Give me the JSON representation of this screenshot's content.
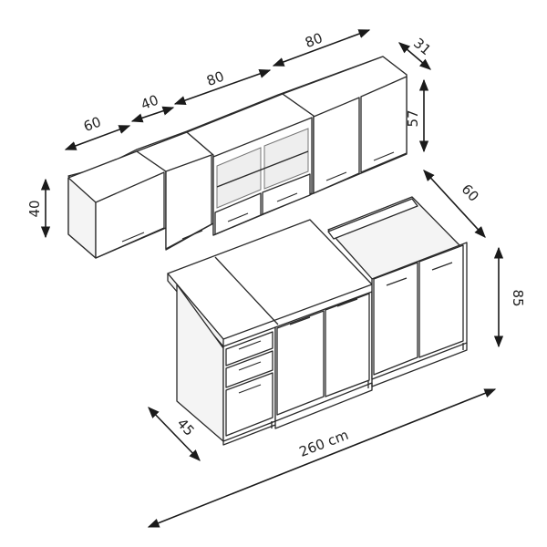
{
  "dimensions": {
    "wall_left_width": "60",
    "wall_left_narrow_width": "40",
    "wall_middle_width": "80",
    "wall_right_width": "80",
    "wall_depth": "31",
    "wall_height_right": "57",
    "wall_height_left": "40",
    "base_depth_right": "60",
    "base_height": "85",
    "base_depth_left": "45",
    "total_length": "260 cm"
  }
}
